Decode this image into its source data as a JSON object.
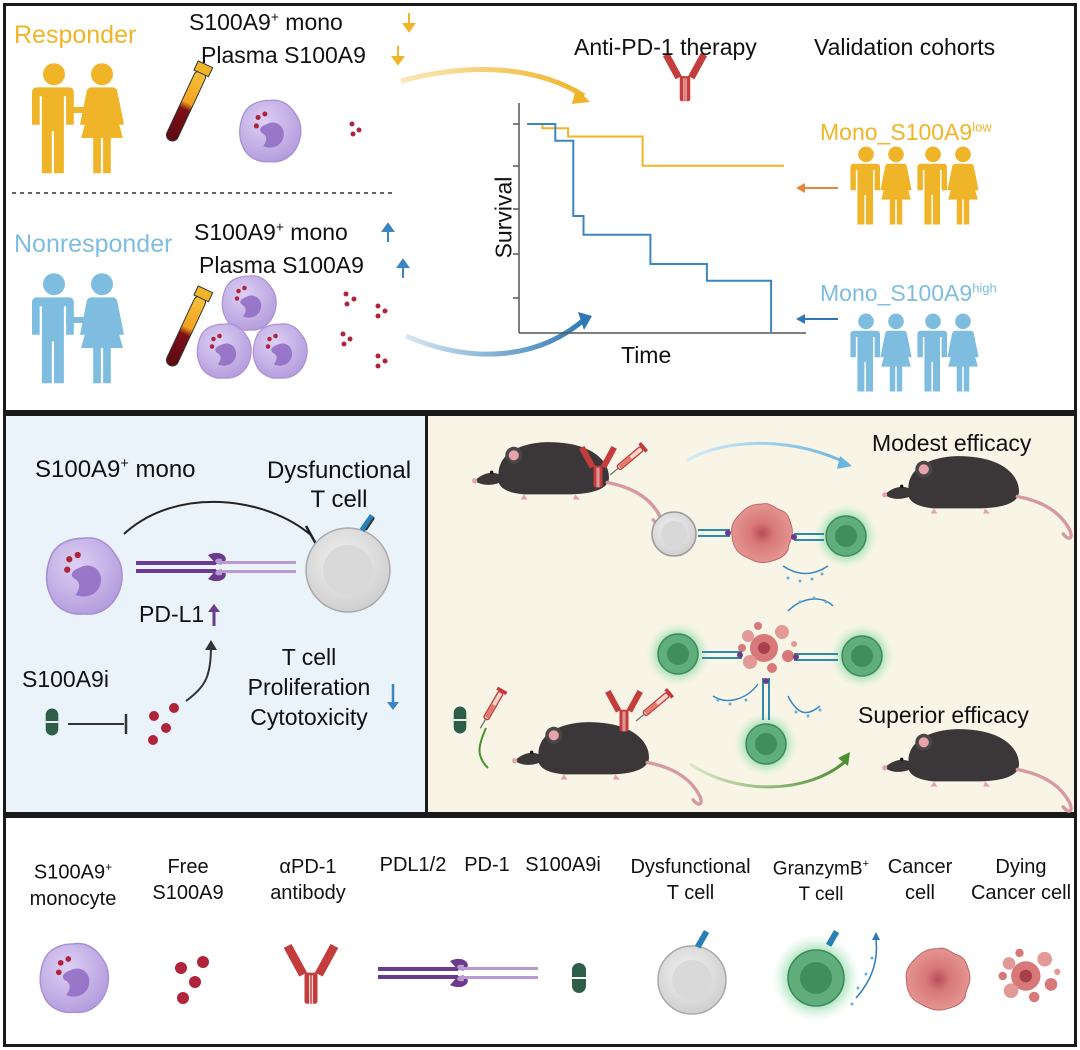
{
  "top": {
    "responder": "Responder",
    "nonresponder": "Nonresponder",
    "resp_line1": "S100A9",
    "resp_line1_sup": "+",
    "resp_line1_rest": " mono",
    "resp_line2": "Plasma S100A9",
    "nonresp_line1": "S100A9",
    "nonresp_line1_sup": "+",
    "nonresp_line1_rest": " mono",
    "nonresp_line2": "Plasma S100A9",
    "therapy": "Anti-PD-1 therapy",
    "validation": "Validation cohorts",
    "ylabel": "Survival",
    "xlabel": "Time",
    "group_low": "Mono_S100A9",
    "group_low_sup": "low",
    "group_high": "Mono_S100A9",
    "group_high_sup": "high"
  },
  "chart_data": {
    "type": "line",
    "xlabel": "Time",
    "ylabel": "Survival",
    "series": [
      {
        "name": "Mono_S100A9low",
        "color": "#f0b429",
        "x": [
          0,
          0.06,
          0.06,
          0.16,
          0.16,
          0.45,
          0.45,
          1.0
        ],
        "y": [
          1.0,
          1.0,
          0.98,
          0.98,
          0.94,
          0.94,
          0.8,
          0.8
        ]
      },
      {
        "name": "Mono_S100A9high",
        "color": "#3a86c0",
        "x": [
          0,
          0.11,
          0.11,
          0.18,
          0.18,
          0.22,
          0.22,
          0.48,
          0.48,
          0.7,
          0.7,
          0.95,
          0.95
        ],
        "y": [
          1.0,
          1.0,
          0.92,
          0.92,
          0.56,
          0.56,
          0.47,
          0.47,
          0.33,
          0.33,
          0.25,
          0.25,
          0.0
        ]
      }
    ]
  },
  "middle": {
    "mono": "S100A9",
    "mono_sup": "+",
    "mono_rest": " mono",
    "dysfunctional": "Dysfunctional",
    "tcell": "T cell",
    "pdl1": "PD-L1",
    "inhibitor": "S100A9i",
    "tcell2": "T cell",
    "proliferation": "Proliferation",
    "cytotoxicity": "Cytotoxicity",
    "modest": "Modest efficacy",
    "superior": "Superior efficacy"
  },
  "legend": {
    "items": [
      {
        "l1": "S100A9",
        "sup": "+",
        "l2": "monocyte"
      },
      {
        "l1": "Free",
        "sup": "",
        "l2": "S100A9"
      },
      {
        "l1": "αPD-1",
        "sup": "",
        "l2": "antibody"
      },
      {
        "l1": "PDL1/2",
        "sup": "",
        "l2": ""
      },
      {
        "l1": "PD-1",
        "sup": "",
        "l2": ""
      },
      {
        "l1": "S100A9i",
        "sup": "",
        "l2": ""
      },
      {
        "l1": "Dysfunctional",
        "sup": "",
        "l2": "T cell"
      },
      {
        "l1": "GranzymB",
        "sup": "+",
        "l2": "T cell"
      },
      {
        "l1": "Cancer",
        "sup": "",
        "l2": "cell"
      },
      {
        "l1": "Dying",
        "sup": "",
        "l2": "Cancer cell"
      }
    ]
  },
  "colors": {
    "responder": "#f0b429",
    "nonresponder": "#7fbde0",
    "monocyte": "#c9b3ea",
    "s100a9": "#b0243b",
    "antibody": "#c43c3c",
    "pd1": "#6b3a8c",
    "inhibitor": "#2f5e48",
    "tcell_green": "#5fae7c",
    "cancer": "#d87878",
    "middle_left_bg": "#eaf3fa",
    "middle_right_bg": "#f8f5e6"
  }
}
